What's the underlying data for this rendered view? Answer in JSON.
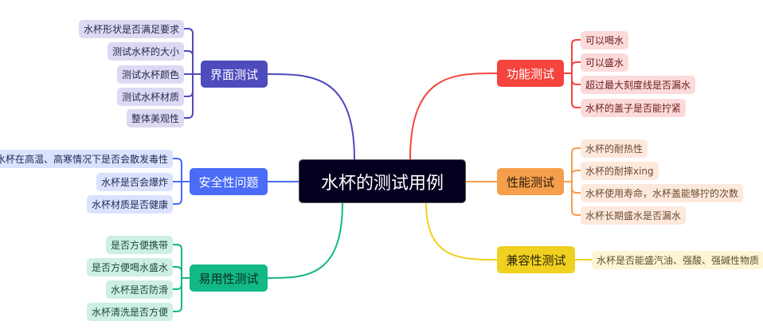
{
  "root": {
    "label": "水杯的测试用例"
  },
  "colors": {
    "root_bg": "#03001f"
  },
  "branches": [
    {
      "id": "ui",
      "label": "界面测试",
      "side": "left",
      "color": "#4e4bbd",
      "text": "#ffffff",
      "leaf_bg": "#dcdaf2",
      "leaf_text": "#2a2850",
      "items": [
        "水杯形状是否满足要求",
        "测试水杯的大小",
        "测试水杯颜色",
        "测试水杯材质",
        "整体美观性"
      ]
    },
    {
      "id": "safety",
      "label": "安全性问题",
      "side": "left",
      "color": "#4a6cf7",
      "text": "#ffffff",
      "leaf_bg": "#dbe2fd",
      "leaf_text": "#1f2a55",
      "items": [
        "水杯在高温、高寒情况下是否会散发毒性",
        "水杯是否会爆炸",
        "水杯材质是否健康"
      ]
    },
    {
      "id": "usability",
      "label": "易用性测试",
      "side": "left",
      "color": "#12b886",
      "text": "#0b2a1f",
      "leaf_bg": "#cdf0e2",
      "leaf_text": "#1f4a3a",
      "items": [
        "是否方便携带",
        "是否方便喝水盛水",
        "水杯是否防滑",
        "水杯清洗是否方便"
      ]
    },
    {
      "id": "function",
      "label": "功能测试",
      "side": "right",
      "color": "#f5433d",
      "text": "#ffffff",
      "leaf_bg": "#fddada",
      "leaf_text": "#6a1c1c",
      "items": [
        "可以喝水",
        "可以盛水",
        "超过最大刻度线是否漏水",
        "水杯的盖子是否能拧紧"
      ]
    },
    {
      "id": "performance",
      "label": "性能测试",
      "side": "right",
      "color": "#f59e4c",
      "text": "#2a1a08",
      "leaf_bg": "#fde9dc",
      "leaf_text": "#6a4a30",
      "items": [
        "水杯的耐热性",
        "水杯的耐摔xing",
        "水杯使用寿命，水杯盖能够拧的次数",
        "水杯长期盛水是否漏水"
      ]
    },
    {
      "id": "compat",
      "label": "兼容性测试",
      "side": "right",
      "color": "#f0d020",
      "text": "#2a2408",
      "leaf_bg": "#fdf6d6",
      "leaf_text": "#5a5030",
      "items": [
        "水杯是否能盛汽油、强酸、强碱性物质"
      ]
    }
  ]
}
